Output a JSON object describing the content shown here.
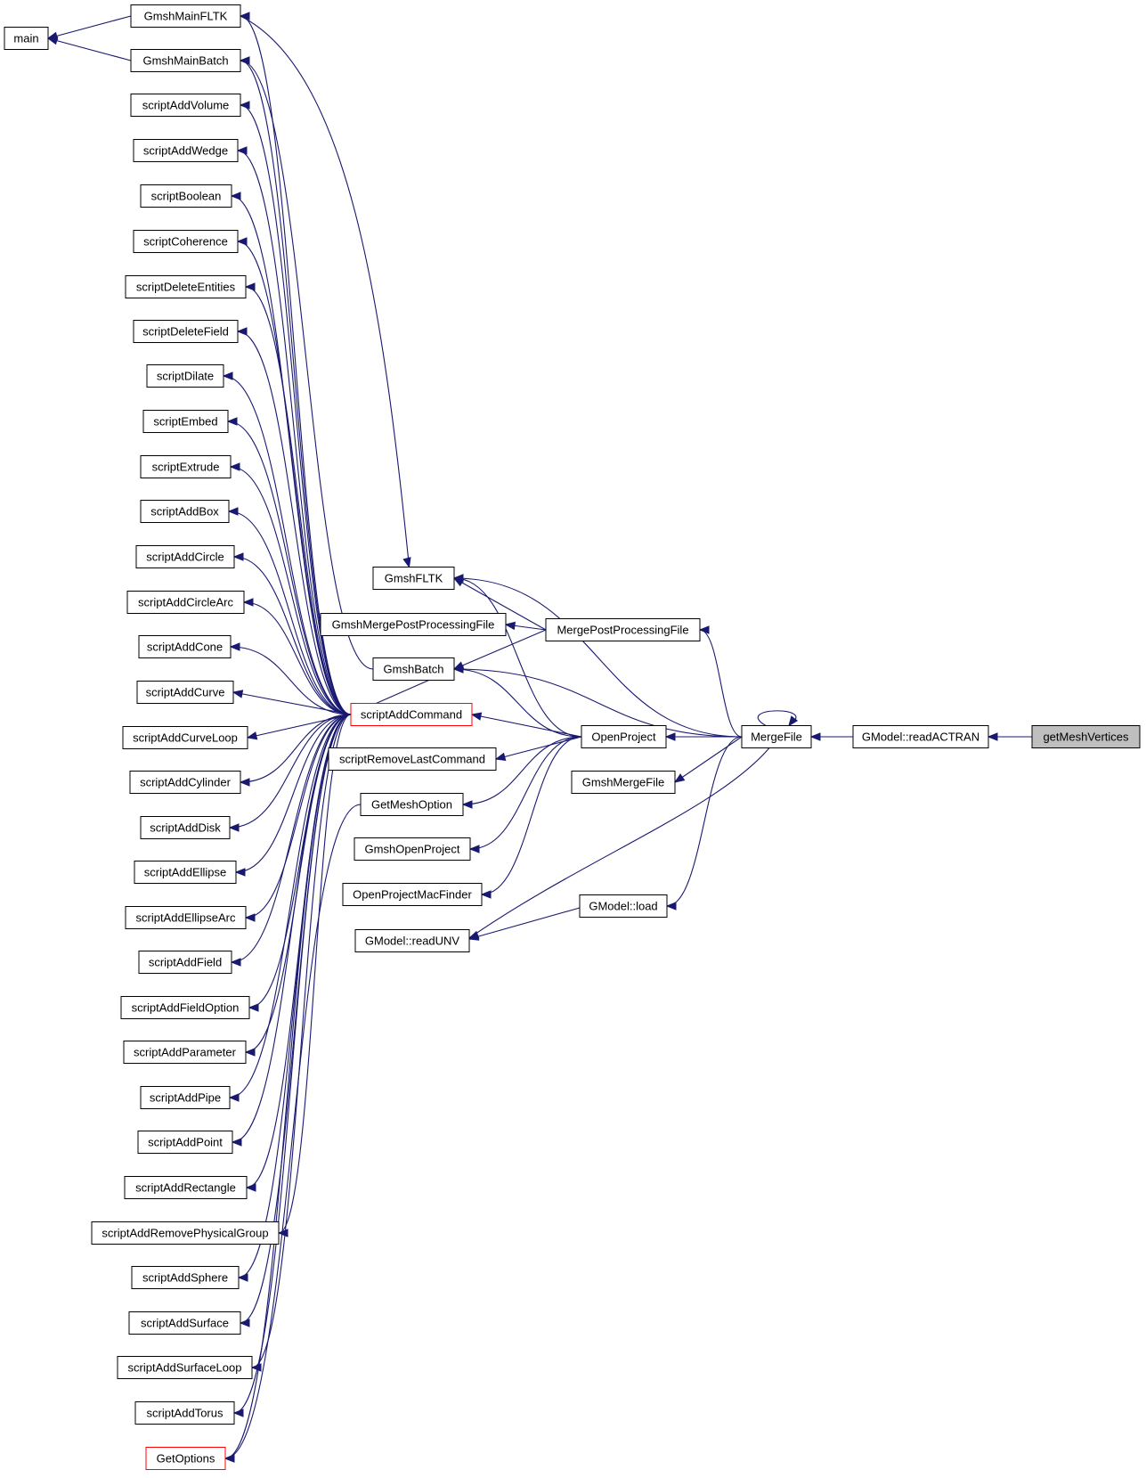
{
  "graph": {
    "edge_color": "#191970",
    "nodes": {
      "main": {
        "label": "main"
      },
      "GmshMainFLTK": {
        "label": "GmshMainFLTK"
      },
      "GmshMainBatch": {
        "label": "GmshMainBatch"
      },
      "scriptAddVolume": {
        "label": "scriptAddVolume"
      },
      "scriptAddWedge": {
        "label": "scriptAddWedge"
      },
      "scriptBoolean": {
        "label": "scriptBoolean"
      },
      "scriptCoherence": {
        "label": "scriptCoherence"
      },
      "scriptDeleteEntities": {
        "label": "scriptDeleteEntities"
      },
      "scriptDeleteField": {
        "label": "scriptDeleteField"
      },
      "scriptDilate": {
        "label": "scriptDilate"
      },
      "scriptEmbed": {
        "label": "scriptEmbed"
      },
      "scriptExtrude": {
        "label": "scriptExtrude"
      },
      "scriptAddBox": {
        "label": "scriptAddBox"
      },
      "scriptAddCircle": {
        "label": "scriptAddCircle"
      },
      "scriptAddCircleArc": {
        "label": "scriptAddCircleArc"
      },
      "scriptAddCone": {
        "label": "scriptAddCone"
      },
      "scriptAddCurve": {
        "label": "scriptAddCurve"
      },
      "scriptAddCurveLoop": {
        "label": "scriptAddCurveLoop"
      },
      "scriptAddCylinder": {
        "label": "scriptAddCylinder"
      },
      "scriptAddDisk": {
        "label": "scriptAddDisk"
      },
      "scriptAddEllipse": {
        "label": "scriptAddEllipse"
      },
      "scriptAddEllipseArc": {
        "label": "scriptAddEllipseArc"
      },
      "scriptAddField": {
        "label": "scriptAddField"
      },
      "scriptAddFieldOption": {
        "label": "scriptAddFieldOption"
      },
      "scriptAddParameter": {
        "label": "scriptAddParameter"
      },
      "scriptAddPipe": {
        "label": "scriptAddPipe"
      },
      "scriptAddPoint": {
        "label": "scriptAddPoint"
      },
      "scriptAddRectangle": {
        "label": "scriptAddRectangle"
      },
      "scriptAddRemovePhysicalGroup": {
        "label": "scriptAddRemovePhysicalGroup"
      },
      "scriptAddSphere": {
        "label": "scriptAddSphere"
      },
      "scriptAddSurface": {
        "label": "scriptAddSurface"
      },
      "scriptAddSurfaceLoop": {
        "label": "scriptAddSurfaceLoop"
      },
      "scriptAddTorus": {
        "label": "scriptAddTorus"
      },
      "GetOptions": {
        "label": "GetOptions",
        "border_color": "#ff0000"
      },
      "GmshFLTK": {
        "label": "GmshFLTK"
      },
      "GmshMergePostProcessingFile": {
        "label": "GmshMergePostProcessingFile"
      },
      "MergePostProcessingFile": {
        "label": "MergePostProcessingFile"
      },
      "GmshBatch": {
        "label": "GmshBatch"
      },
      "scriptAddCommand": {
        "label": "scriptAddCommand",
        "border_color": "#ff0000"
      },
      "scriptRemoveLastCommand": {
        "label": "scriptRemoveLastCommand"
      },
      "GetMeshOption": {
        "label": "GetMeshOption"
      },
      "GmshOpenProject": {
        "label": "GmshOpenProject"
      },
      "OpenProjectMacFinder": {
        "label": "OpenProjectMacFinder"
      },
      "GModel_readUNV": {
        "label": "GModel::readUNV"
      },
      "OpenProject": {
        "label": "OpenProject"
      },
      "GmshMergeFile": {
        "label": "GmshMergeFile"
      },
      "MergeFile": {
        "label": "MergeFile"
      },
      "GModel_load": {
        "label": "GModel::load"
      },
      "GModel_readACTRAN": {
        "label": "GModel::readACTRAN"
      },
      "getMeshVertices": {
        "label": "getMeshVertices",
        "fill_color": "#bfbfbf"
      }
    },
    "edges": [
      [
        "GmshMainFLTK",
        "main"
      ],
      [
        "GmshMainBatch",
        "main"
      ],
      [
        "GmshFLTK",
        "GmshMainFLTK"
      ],
      [
        "GmshBatch",
        "GmshMainBatch"
      ],
      [
        "scriptAddCommand",
        "scriptAddVolume"
      ],
      [
        "scriptAddCommand",
        "scriptAddWedge"
      ],
      [
        "scriptAddCommand",
        "scriptBoolean"
      ],
      [
        "scriptAddCommand",
        "scriptCoherence"
      ],
      [
        "scriptAddCommand",
        "scriptDeleteEntities"
      ],
      [
        "scriptAddCommand",
        "scriptDeleteField"
      ],
      [
        "scriptAddCommand",
        "scriptDilate"
      ],
      [
        "scriptAddCommand",
        "scriptEmbed"
      ],
      [
        "scriptAddCommand",
        "scriptExtrude"
      ],
      [
        "scriptAddCommand",
        "scriptAddBox"
      ],
      [
        "scriptAddCommand",
        "scriptAddCircle"
      ],
      [
        "scriptAddCommand",
        "scriptAddCircleArc"
      ],
      [
        "scriptAddCommand",
        "scriptAddCone"
      ],
      [
        "scriptAddCommand",
        "scriptAddCurve"
      ],
      [
        "scriptAddCommand",
        "scriptAddCurveLoop"
      ],
      [
        "scriptAddCommand",
        "scriptAddCylinder"
      ],
      [
        "scriptAddCommand",
        "scriptAddDisk"
      ],
      [
        "scriptAddCommand",
        "scriptAddEllipse"
      ],
      [
        "scriptAddCommand",
        "scriptAddEllipseArc"
      ],
      [
        "scriptAddCommand",
        "scriptAddField"
      ],
      [
        "scriptAddCommand",
        "scriptAddFieldOption"
      ],
      [
        "scriptAddCommand",
        "scriptAddParameter"
      ],
      [
        "scriptAddCommand",
        "scriptAddPipe"
      ],
      [
        "scriptAddCommand",
        "scriptAddPoint"
      ],
      [
        "scriptAddCommand",
        "scriptAddRectangle"
      ],
      [
        "scriptAddCommand",
        "scriptAddRemovePhysicalGroup"
      ],
      [
        "scriptAddCommand",
        "scriptAddSphere"
      ],
      [
        "scriptAddCommand",
        "scriptAddSurface"
      ],
      [
        "scriptAddCommand",
        "scriptAddSurfaceLoop"
      ],
      [
        "scriptAddCommand",
        "scriptAddTorus"
      ],
      [
        "scriptAddCommand",
        "GetOptions"
      ],
      [
        "scriptAddCommand",
        "GmshMainFLTK"
      ],
      [
        "scriptAddCommand",
        "GmshMainBatch"
      ],
      [
        "scriptAddCommand",
        "GmshBatch"
      ],
      [
        "GetMeshOption",
        "GetOptions"
      ],
      [
        "MergePostProcessingFile",
        "GmshFLTK"
      ],
      [
        "MergePostProcessingFile",
        "GmshMergePostProcessingFile"
      ],
      [
        "MergePostProcessingFile",
        "GmshBatch"
      ],
      [
        "OpenProject",
        "GmshFLTK"
      ],
      [
        "OpenProject",
        "GmshBatch"
      ],
      [
        "OpenProject",
        "scriptAddCommand"
      ],
      [
        "OpenProject",
        "scriptRemoveLastCommand"
      ],
      [
        "OpenProject",
        "GetMeshOption"
      ],
      [
        "OpenProject",
        "GmshOpenProject"
      ],
      [
        "OpenProject",
        "OpenProjectMacFinder"
      ],
      [
        "MergeFile",
        "GmshFLTK"
      ],
      [
        "MergeFile",
        "MergePostProcessingFile"
      ],
      [
        "MergeFile",
        "GmshBatch"
      ],
      [
        "MergeFile",
        "OpenProject"
      ],
      [
        "MergeFile",
        "GmshMergeFile"
      ],
      [
        "MergeFile",
        "GModel_readUNV"
      ],
      [
        "MergeFile",
        "GModel_load"
      ],
      [
        "MergeFile",
        "MergeFile"
      ],
      [
        "GModel_load",
        "GModel_readUNV"
      ],
      [
        "GModel_readACTRAN",
        "MergeFile"
      ],
      [
        "getMeshVertices",
        "GModel_readACTRAN"
      ]
    ]
  }
}
